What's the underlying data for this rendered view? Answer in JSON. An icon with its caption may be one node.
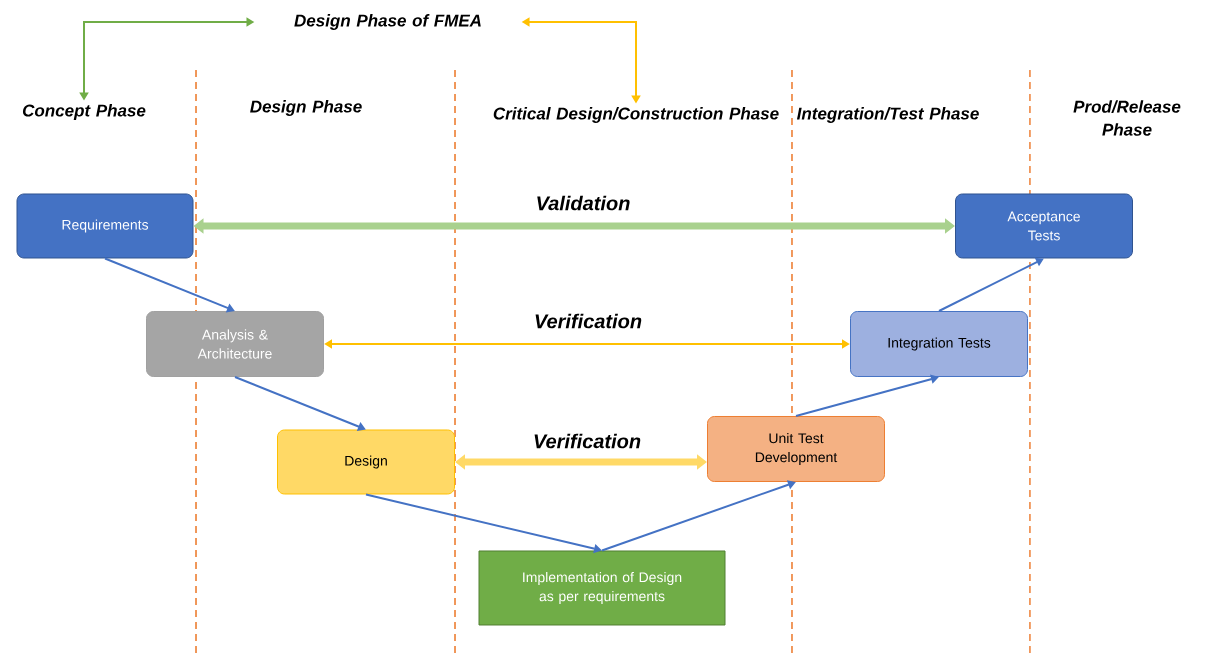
{
  "diagram": {
    "nodes": [
      {
        "text": [
          "Design Phase of FMEA"
        ]
      },
      {
        "text": [
          "Concept Phase"
        ]
      },
      {
        "text": [
          "Critical Design/Construction Phase"
        ]
      },
      {
        "text": [
          "Requirements"
        ]
      },
      {
        "text": [
          "Acceptance Tests"
        ]
      },
      {
        "text": [
          "Analysis & Architecture"
        ]
      },
      {
        "text": [
          "Integration Tests"
        ]
      },
      {
        "text": [
          "Design"
        ]
      },
      {
        "text": [
          "Unit Test Development"
        ]
      },
      {
        "text": [
          "Implementation of Design as per requirements"
        ]
      }
    ],
    "edges": [
      {
        "from": 0,
        "to": 1,
        "arrow": "both",
        "color": "#70ad47"
      },
      {
        "from": 0,
        "to": 2,
        "arrow": "both",
        "color": "#ffc000"
      },
      {
        "from": 3,
        "to": 4,
        "arrow": "both",
        "label": "Validation",
        "style": "thick",
        "color": "#a9d18e"
      },
      {
        "from": 5,
        "to": 6,
        "arrow": "both",
        "label": "Verification",
        "color": "#ffc000"
      },
      {
        "from": 7,
        "to": 8,
        "arrow": "both",
        "label": "Verification",
        "style": "thick",
        "color": "#ffd966"
      },
      {
        "from": 3,
        "to": 5,
        "arrow": "to"
      },
      {
        "from": 5,
        "to": 7,
        "arrow": "to"
      },
      {
        "from": 7,
        "to": 9,
        "arrow": "to"
      },
      {
        "from": 9,
        "to": 8,
        "arrow": "to"
      },
      {
        "from": 8,
        "to": 6,
        "arrow": "to"
      },
      {
        "from": 6,
        "to": 4,
        "arrow": "to"
      }
    ],
    "labels": [
      "Design Phase",
      "Integration/Test Phase",
      "Prod/Release Phase"
    ]
  }
}
